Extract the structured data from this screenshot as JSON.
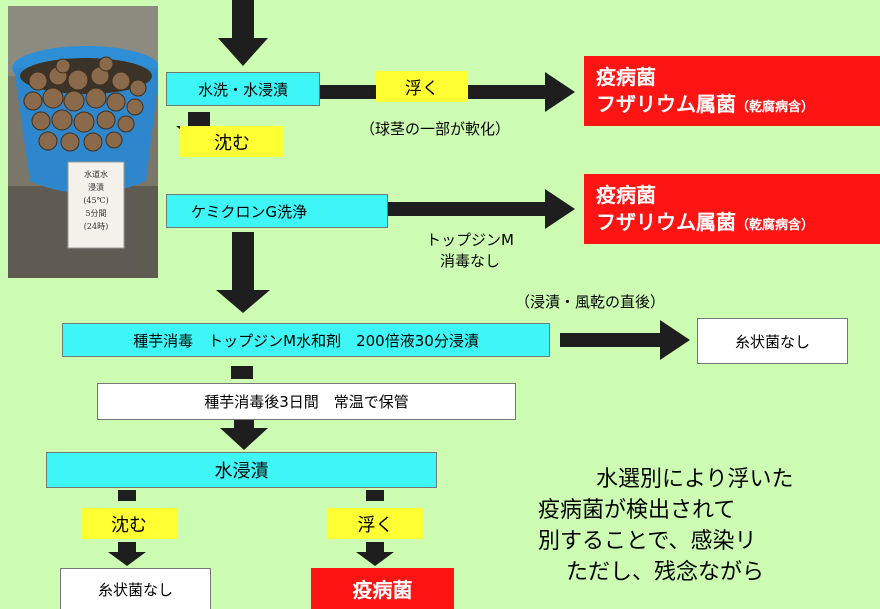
{
  "flow": {
    "step1": "水洗・水浸漬",
    "float_label": "浮く",
    "sink_label": "沈む",
    "step1_note": "（球茎の一部が軟化）",
    "result1_line1": "疫病菌",
    "result1_line2": "フザリウム属菌",
    "result1_note": "（乾腐病含）",
    "step2": "ケミクロンG洗浄",
    "step2_note_line1": "トップジンM",
    "step2_note_line2": "消毒なし",
    "result2_line1": "疫病菌",
    "result2_line2": "フザリウム属菌",
    "result2_note": "（乾腐病含）",
    "step3": "種芋消毒　トップジンM水和剤　200倍液30分浸漬",
    "step3_note": "（浸漬・風乾の直後）",
    "result3": "糸状菌なし",
    "step4": "種芋消毒後3日間　常温で保管",
    "step5": "水浸漬",
    "step5_sink": "沈む",
    "step5_float": "浮く",
    "result_sink": "糸状菌なし",
    "result_float": "疫病菌"
  },
  "photo": {
    "label_lines": [
      "水道水",
      "浸漬",
      "(45℃)",
      "5分間",
      "(24時)"
    ]
  },
  "text_block": {
    "line1": "水選別により浮いた",
    "line2": "疫病菌が検出されて",
    "line3": "別することで、感染リ",
    "line4": "ただし、残念ながら"
  }
}
